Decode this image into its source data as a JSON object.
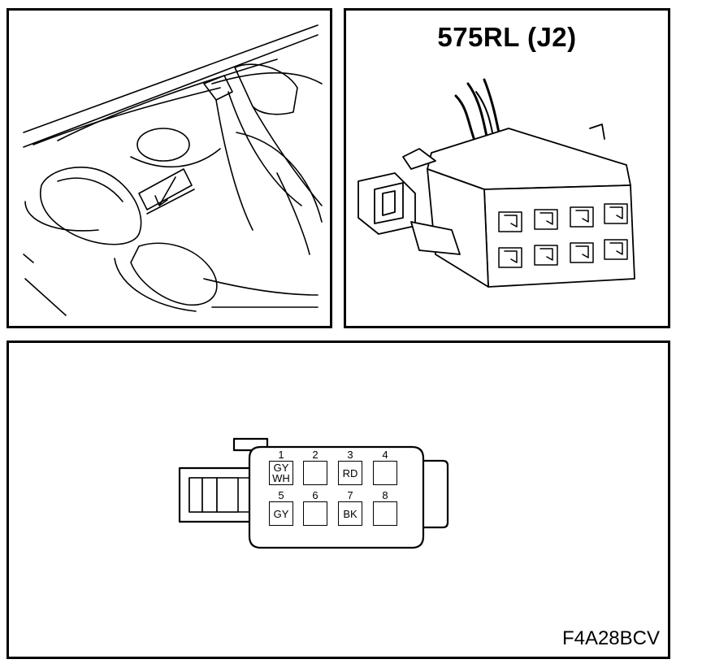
{
  "connector": {
    "title": "575RL (J2)",
    "figure_id": "F4A28BCV"
  },
  "pins": [
    {
      "number": "1",
      "colors": [
        "GY",
        "WH"
      ]
    },
    {
      "number": "2",
      "colors": []
    },
    {
      "number": "3",
      "colors": [
        "RD"
      ]
    },
    {
      "number": "4",
      "colors": []
    },
    {
      "number": "5",
      "colors": [
        "GY"
      ]
    },
    {
      "number": "6",
      "colors": []
    },
    {
      "number": "7",
      "colors": [
        "BK"
      ]
    },
    {
      "number": "8",
      "colors": []
    }
  ]
}
